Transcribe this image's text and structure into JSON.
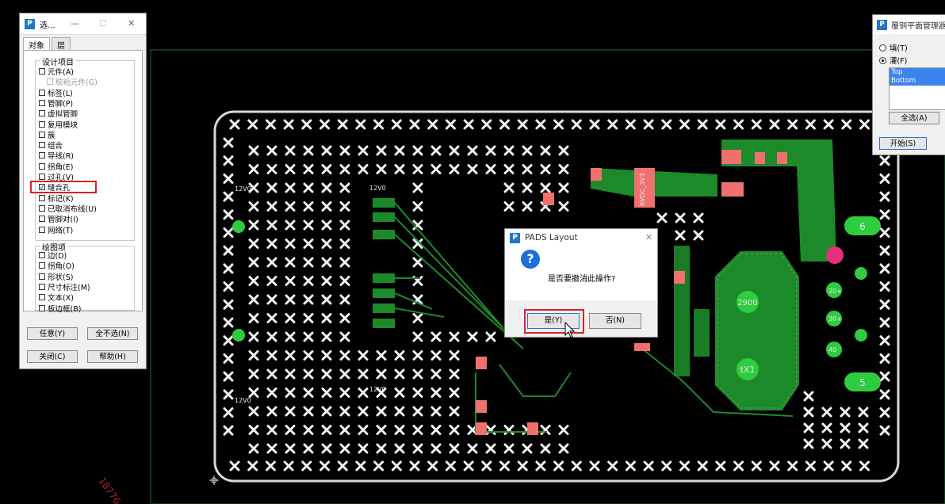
{
  "filter_dialog": {
    "title": "选...",
    "tabs": [
      "对象",
      "层"
    ],
    "design_group_label": "设计项目",
    "design_items": [
      {
        "label": "元件(A)",
        "checked": false,
        "disabled": false
      },
      {
        "label": "胶粘元件(G)",
        "checked": false,
        "disabled": true
      },
      {
        "label": "标签(L)",
        "checked": false,
        "disabled": false
      },
      {
        "label": "管脚(P)",
        "checked": false,
        "disabled": false
      },
      {
        "label": "虚拟管脚",
        "checked": false,
        "disabled": false
      },
      {
        "label": "复用模块",
        "checked": false,
        "disabled": false
      },
      {
        "label": "簇",
        "checked": false,
        "disabled": false
      },
      {
        "label": "组合",
        "checked": false,
        "disabled": false
      },
      {
        "label": "导线(R)",
        "checked": false,
        "disabled": false
      },
      {
        "label": "拐角(E)",
        "checked": false,
        "disabled": false
      },
      {
        "label": "过孔(V)",
        "checked": false,
        "disabled": false
      },
      {
        "label": "缝合孔",
        "checked": true,
        "disabled": false
      },
      {
        "label": "标记(K)",
        "checked": false,
        "disabled": false
      },
      {
        "label": "已取消布线(U)",
        "checked": false,
        "disabled": false
      },
      {
        "label": "管脚对(I)",
        "checked": false,
        "disabled": false
      },
      {
        "label": "网络(T)",
        "checked": false,
        "disabled": false
      }
    ],
    "drawing_group_label": "绘图项",
    "drawing_items": [
      {
        "label": "边(D)",
        "checked": false
      },
      {
        "label": "拐角(O)",
        "checked": false
      },
      {
        "label": "形状(S)",
        "checked": false
      },
      {
        "label": "尺寸标注(M)",
        "checked": false
      },
      {
        "label": "文本(X)",
        "checked": false
      },
      {
        "label": "板边框(B)",
        "checked": false
      }
    ],
    "buttons": {
      "any": "任意(Y)",
      "none": "全不选(N)",
      "close": "关闭(C)",
      "help": "帮助(H)"
    }
  },
  "right_panel": {
    "title": "覆铜平面管理器",
    "radio_fill": "填(T)",
    "radio_flood": "灌(F)",
    "layers": [
      "Top",
      "Bottom"
    ],
    "select_all": "全选(A)",
    "start": "开始(S)"
  },
  "modal": {
    "title": "PADS Layout",
    "message": "是否要撤消此操作?",
    "yes": "是(Y)",
    "no": "否(N)"
  },
  "board_labels": {
    "pad_6": "6",
    "pad_5": "5",
    "crystal_top": "2900",
    "crystal_bottom": "tX1",
    "cap_label": "6VDC_3V3",
    "small_labels": [
      "12V0",
      "12V0",
      "12V0",
      "12V0",
      "20+",
      "30+",
      "40"
    ]
  },
  "watermark": "18776",
  "colors": {
    "board_copper": "#1d8a2a",
    "pad_red": "#f07070",
    "outline": "#d8d8d8",
    "highlight": "#e02020"
  }
}
